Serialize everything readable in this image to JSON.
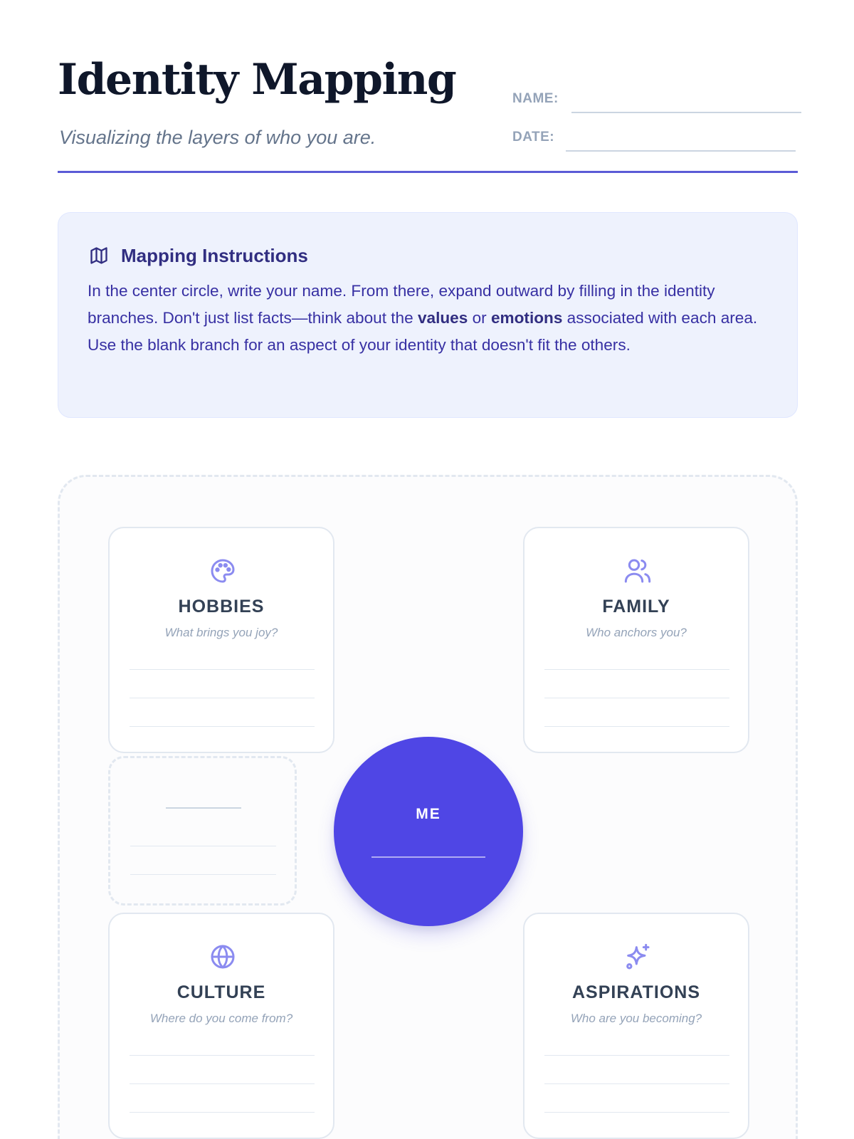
{
  "header": {
    "title": "Identity Mapping",
    "subtitle": "Visualizing the layers of who you are.",
    "name_label": "NAME:",
    "date_label": "DATE:",
    "accent_color": "#5b5bd6"
  },
  "instructions": {
    "icon": "map-icon",
    "title": "Mapping Instructions",
    "text_1": "In the center circle, write your name. From there, expand outward by filling in the identity branches. Don't just list facts—think about the ",
    "bold_1": "values",
    "text_2": " or ",
    "bold_2": "emotions",
    "text_3": " associated with each area. Use the blank branch for an aspect of your identity that doesn't fit the others."
  },
  "map": {
    "center_label": "ME",
    "center_color": "#4f46e5",
    "branches": [
      {
        "title": "HOBBIES",
        "question": "What brings you joy?",
        "icon": "palette-icon"
      },
      {
        "title": "FAMILY",
        "question": "Who anchors you?",
        "icon": "users-icon"
      },
      {
        "title": "CULTURE",
        "question": "Where do you come from?",
        "icon": "globe-icon"
      },
      {
        "title": "ASPIRATIONS",
        "question": "Who are you becoming?",
        "icon": "sparkles-icon"
      }
    ]
  }
}
